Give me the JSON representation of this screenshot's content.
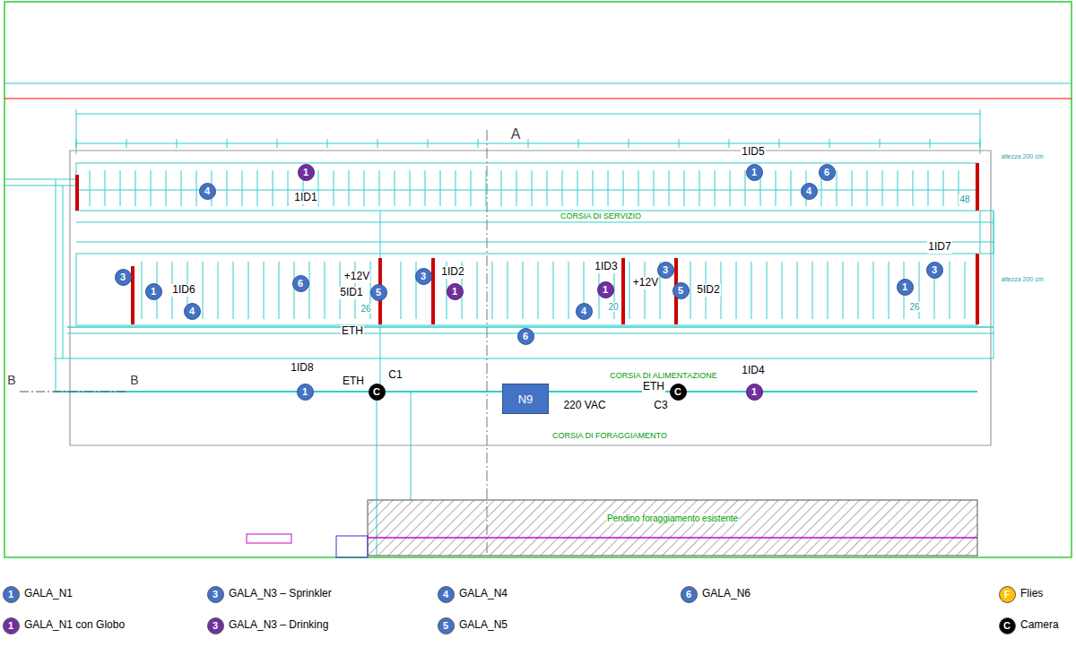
{
  "diagram": {
    "nodes": [
      {
        "text": [
          "1"
        ]
      },
      {
        "text": [
          "1"
        ]
      },
      {
        "text": [
          "6"
        ]
      },
      {
        "text": [
          "4"
        ]
      },
      {
        "text": [
          "4"
        ]
      },
      {
        "text": [
          "3"
        ]
      },
      {
        "text": [
          "3"
        ]
      },
      {
        "text": [
          "3"
        ]
      },
      {
        "text": [
          "3"
        ]
      },
      {
        "text": [
          "6"
        ]
      },
      {
        "text": [
          "1"
        ]
      },
      {
        "text": [
          "1"
        ]
      },
      {
        "text": [
          "5"
        ]
      },
      {
        "text": [
          "1"
        ]
      },
      {
        "text": [
          "1"
        ]
      },
      {
        "text": [
          "5"
        ]
      },
      {
        "text": [
          "4"
        ]
      },
      {
        "text": [
          "4"
        ]
      },
      {
        "text": [
          "6"
        ]
      },
      {
        "text": [
          "N9"
        ]
      },
      {
        "text": [
          "1"
        ]
      },
      {
        "text": [
          "C"
        ]
      },
      {
        "text": [
          "C"
        ]
      },
      {
        "text": [
          "1"
        ]
      }
    ],
    "labels": [
      "A",
      "1ID5",
      "1ID1",
      "48",
      "CORSIA DI SERVIZIO",
      "altezza 200 cm",
      "altezza 200 cm",
      "1ID7",
      "1ID6",
      "+12V",
      "5ID1",
      "1ID2",
      "1ID3",
      "+12V",
      "5ID2",
      "20",
      "26",
      "26",
      "ETH",
      "1ID8",
      "ETH",
      "C1",
      "CORSIA DI ALIMENTAZIONE",
      "1ID4",
      "ETH",
      "C3",
      "220 VAC",
      "B",
      "B",
      "CORSIA DI FORAGGIAMENTO",
      "Pendino foraggiamento esistente",
      "1",
      "1",
      "3",
      "3",
      "4",
      "5",
      "6",
      "F",
      "C"
    ],
    "legend": [
      {
        "text": "GALA_N1",
        "color": "#4472C4"
      },
      {
        "text": "GALA_N1 con Globo",
        "color": "#7030A0"
      },
      {
        "text": "GALA_N3 – Sprinkler",
        "color": "#4472C4"
      },
      {
        "text": "GALA_N3 – Drinking",
        "color": "#7030A0"
      },
      {
        "text": "GALA_N4",
        "color": "#4472C4"
      },
      {
        "text": "GALA_N5",
        "color": "#4472C4"
      },
      {
        "text": "GALA_N6",
        "color": "#4472C4"
      },
      {
        "text": "Flies",
        "color": "#FFC000"
      },
      {
        "text": "Camera",
        "color": "#000000"
      }
    ]
  }
}
